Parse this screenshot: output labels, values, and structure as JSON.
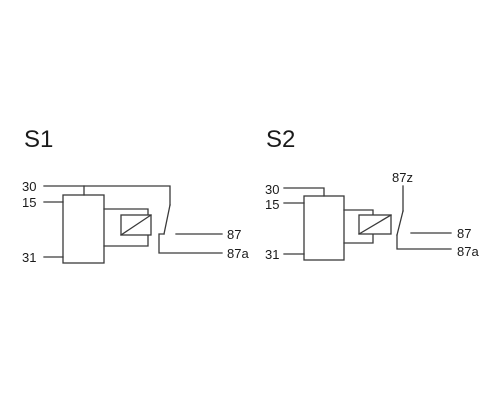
{
  "diagrams": [
    {
      "title": "S1",
      "pins": {
        "p30": "30",
        "p15": "15",
        "p31": "31",
        "p87": "87",
        "p87a": "87a"
      }
    },
    {
      "title": "S2",
      "pins": {
        "p30": "30",
        "p15": "15",
        "p31": "31",
        "p87": "87",
        "p87a": "87a",
        "p87z": "87z"
      }
    }
  ],
  "colors": {
    "line": "#3a3a3a",
    "text": "#1a1a1a",
    "background": "#ffffff"
  }
}
